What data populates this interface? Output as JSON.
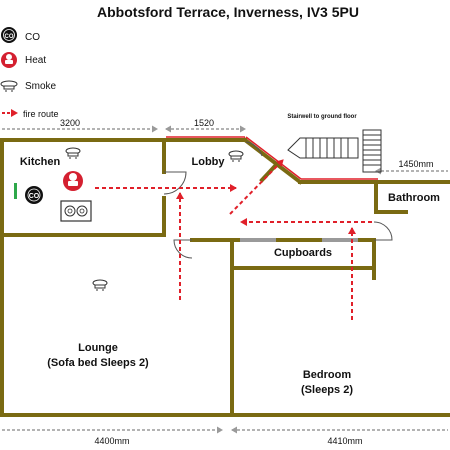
{
  "title": "Abbotsford Terrace,  Inverness, IV3 5PU",
  "legend": {
    "co": "CO",
    "heat": "Heat",
    "smoke": "Smoke",
    "fire_route": "fire route"
  },
  "dimensions": {
    "kitchen_width": "3200",
    "lobby_width": "1520",
    "bathroom_width": "1450mm",
    "lounge_width": "4400mm",
    "bedroom_width": "4410mm"
  },
  "stair_label": "Stairwell to ground floor",
  "rooms": {
    "kitchen": "Kitchen",
    "lobby": "Lobby",
    "bathroom": "Bathroom",
    "cupboards": "Cupboards",
    "lounge_line1": "Lounge",
    "lounge_line2": "(Sofa bed Sleeps 2)",
    "bedroom_line1": "Bedroom",
    "bedroom_line2": "(Sleeps 2)"
  },
  "detector_labels": {
    "co": "CO"
  },
  "colors": {
    "wall": "#7a6a12",
    "fire_route": "#e0202a",
    "heat_detector": "#d42030",
    "co_detector": "#111111",
    "dimension": "#9a9a9a"
  },
  "icons": [
    "co-detector-icon",
    "heat-detector-icon",
    "smoke-detector-icon",
    "stove-icon",
    "stairs-icon"
  ]
}
